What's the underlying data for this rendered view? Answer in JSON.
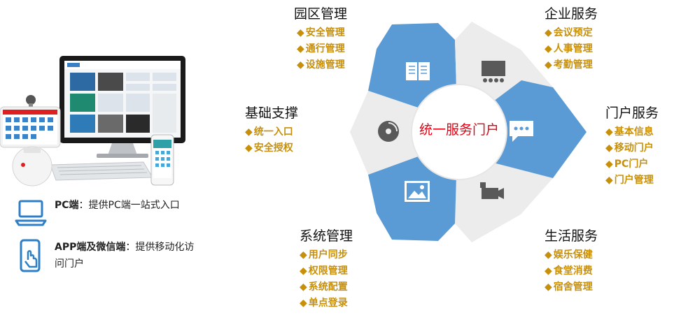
{
  "center": {
    "label": "统一服务门户"
  },
  "groups": {
    "park": {
      "title": "园区管理",
      "items": [
        "安全管理",
        "通行管理",
        "设施管理"
      ]
    },
    "enterprise": {
      "title": "企业服务",
      "items": [
        "会议预定",
        "人事管理",
        "考勤管理"
      ]
    },
    "base": {
      "title": "基础支撑",
      "items": [
        "统一入口",
        "安全授权"
      ]
    },
    "portal": {
      "title": "门户服务",
      "items": [
        "基本信息",
        "移动门户",
        "PC门户",
        "门户管理"
      ]
    },
    "system": {
      "title": "系统管理",
      "items": [
        "用户同步",
        "权限管理",
        "系统配置",
        "单点登录"
      ]
    },
    "life": {
      "title": "生活服务",
      "items": [
        "娱乐保健",
        "食堂消费",
        "宿舍管理"
      ]
    }
  },
  "bullet": "◆",
  "legend": {
    "pc": {
      "bold": "PC端",
      "text": "：提供PC端一站式入口"
    },
    "app": {
      "bold": "APP端及微信端",
      "text": "：提供移动化访问门户"
    }
  },
  "icons": {
    "park": "book-icon",
    "enterprise": "meeting-room-icon",
    "portal": "chat-bubble-icon",
    "life": "camera-icon",
    "system": "picture-icon",
    "base": "disc-icon"
  },
  "colors": {
    "blue": "#5b9bd5",
    "gray": "#ececec",
    "accent_text": "#c8900a",
    "center_text": "#e60012"
  }
}
